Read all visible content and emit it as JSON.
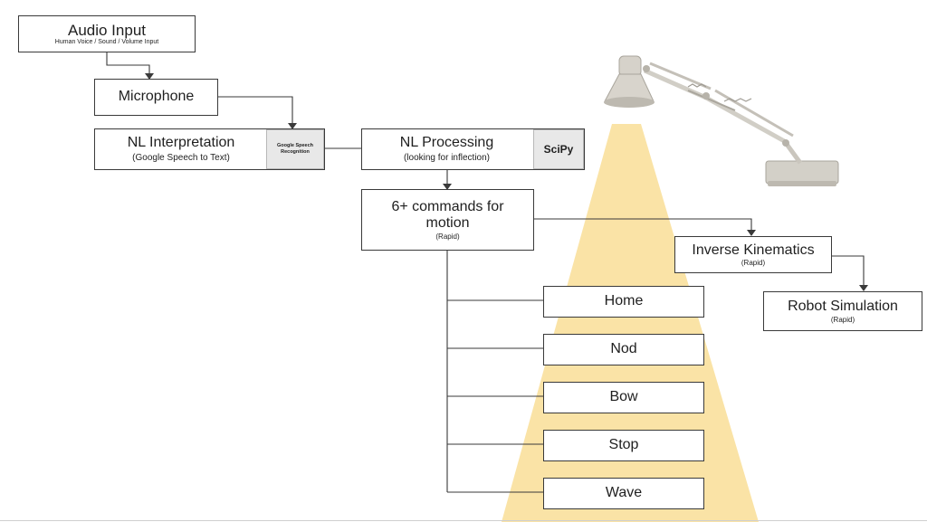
{
  "diagram": {
    "audio_input": {
      "title": "Audio Input",
      "subtitle": "Human Voice / Sound / Volume Input"
    },
    "microphone": {
      "title": "Microphone"
    },
    "nl_interpretation": {
      "title": "NL Interpretation",
      "subtitle": "(Google Speech to Text)",
      "badge": "Google Speech Recognition"
    },
    "nl_processing": {
      "title": "NL Processing",
      "subtitle": "(looking for inflection)",
      "badge": "SciPy"
    },
    "commands": {
      "title_line1": "6+ commands for",
      "title_line2": "motion",
      "subtitle": "(Rapid)"
    },
    "inverse_kinematics": {
      "title": "Inverse Kinematics",
      "subtitle": "(Rapid)"
    },
    "robot_simulation": {
      "title": "Robot Simulation",
      "subtitle": "(Rapid)"
    },
    "command_items": [
      "Home",
      "Nod",
      "Bow",
      "Stop",
      "Wave"
    ]
  },
  "colors": {
    "beam": "#fae3a6",
    "line": "#3a3a3a",
    "lamp_body": "#dcd9d2",
    "lamp_shadow": "#bdb9b0"
  },
  "icons": {
    "lamp": "desk-lamp-image"
  }
}
